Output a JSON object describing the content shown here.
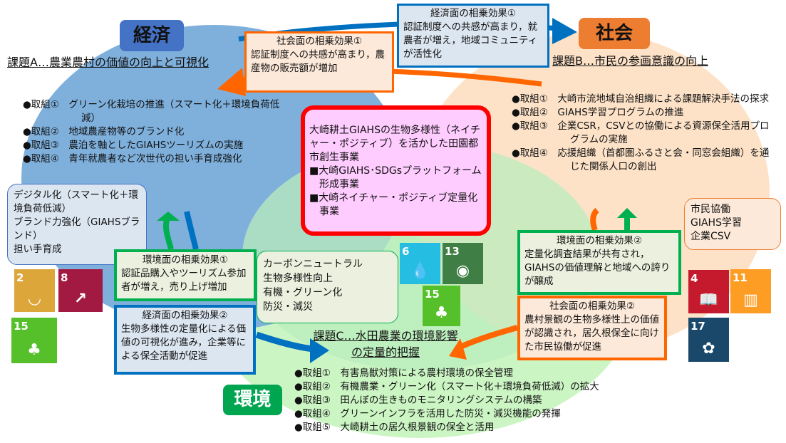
{
  "economy": {
    "label": "経済",
    "issue": "課題A…農業農村の価値の向上と可視化",
    "items": [
      "●取組①　グリーン化栽培の推進（スマート化＋環境負荷低減）",
      "●取組②　地域農産物等のブランド化",
      "●取組③　農泊を軸としたGIAHSツーリズムの実施",
      "●取組④　青年就農者など次世代の担い手育成強化"
    ],
    "keywords": [
      "デジタル化（スマート化＋環境負荷低減）",
      "ブランド力強化（GIAHSブランド）",
      "担い手育成"
    ]
  },
  "society": {
    "label": "社会",
    "issue": "課題B…市民の参画意識の向上",
    "items": [
      "●取組①　大崎市流地域自治組織による課題解決手法の探求",
      "●取組②　GIAHS学習プログラムの推進",
      "●取組③　企業CSR，CSVとの協働による資源保全活用プログラムの実施",
      "●取組④　応援組織（首都圏ふるさと会・同窓会組織）を通じた関係人口の創出"
    ],
    "keywords": [
      "市民協働",
      "GIAHS学習",
      "企業CSV"
    ]
  },
  "environment": {
    "label": "環境",
    "issue_line1": "課題C…水田農業の環境影響",
    "issue_line2": "の定量的把握",
    "items": [
      "●取組①　有害鳥獣対策による農村環境の保全管理",
      "●取組②　有機農業・グリーン化（スマート化＋環境負荷低減）の拡大",
      "●取組③　田んぼの生きものモニタリングシステムの構築",
      "●取組④　グリーンインフラを活用した防災・減災機能の発揮",
      "●取組⑤　大崎耕土の居久根景観の保全と活用"
    ],
    "keywords": [
      "カーボンニュートラル",
      "生物多様性向上",
      "有機・グリーン化",
      "防災・減災"
    ]
  },
  "center": {
    "title": "大崎耕土GIAHSの生物多様性（ネイチャー・ポジティブ）を活かした田園都市創生事業",
    "projects": [
      "■大崎GIAHS･SDGsプラットフォーム形成事業",
      "■大崎ネイチャー・ポジティブ定量化事業"
    ]
  },
  "synergies": {
    "social1": {
      "title": "社会面の相乗効果①",
      "body": "認証制度への共感が高まり，農産物の販売額が増加"
    },
    "economic1": {
      "title": "経済面の相乗効果①",
      "body": "認証制度への共感が高まり，就農者が増え，地域コミュニティが活性化"
    },
    "environmental1": {
      "title": "環境面の相乗効果①",
      "body": "認証品購入やツーリズム参加者が増え，売り上げ増加"
    },
    "economic2": {
      "title": "経済面の相乗効果②",
      "body": "生物多様性の定量化による価値の可視化が進み，企業等による保全活動が促進"
    },
    "environmental2": {
      "title": "環境面の相乗効果②",
      "body": "定量化調査結果が共有され，GIAHSの価値理解と地域への誇りが醸成"
    },
    "social2": {
      "title": "社会面の相乗効果②",
      "body": "農村景観の生物多様性上の価値が認識され，居久根保全に向けた市民協働が促進"
    }
  },
  "sdgs": {
    "g2": "2",
    "g8": "8",
    "g15": "15",
    "g6": "6",
    "g13": "13",
    "g4": "4",
    "g11": "11",
    "g17": "17"
  },
  "colors": {
    "economy": "#4472c4",
    "society": "#ed7d31",
    "environment": "#00a550",
    "center_border": "#ff0000",
    "center_bg": "#ffccff"
  }
}
